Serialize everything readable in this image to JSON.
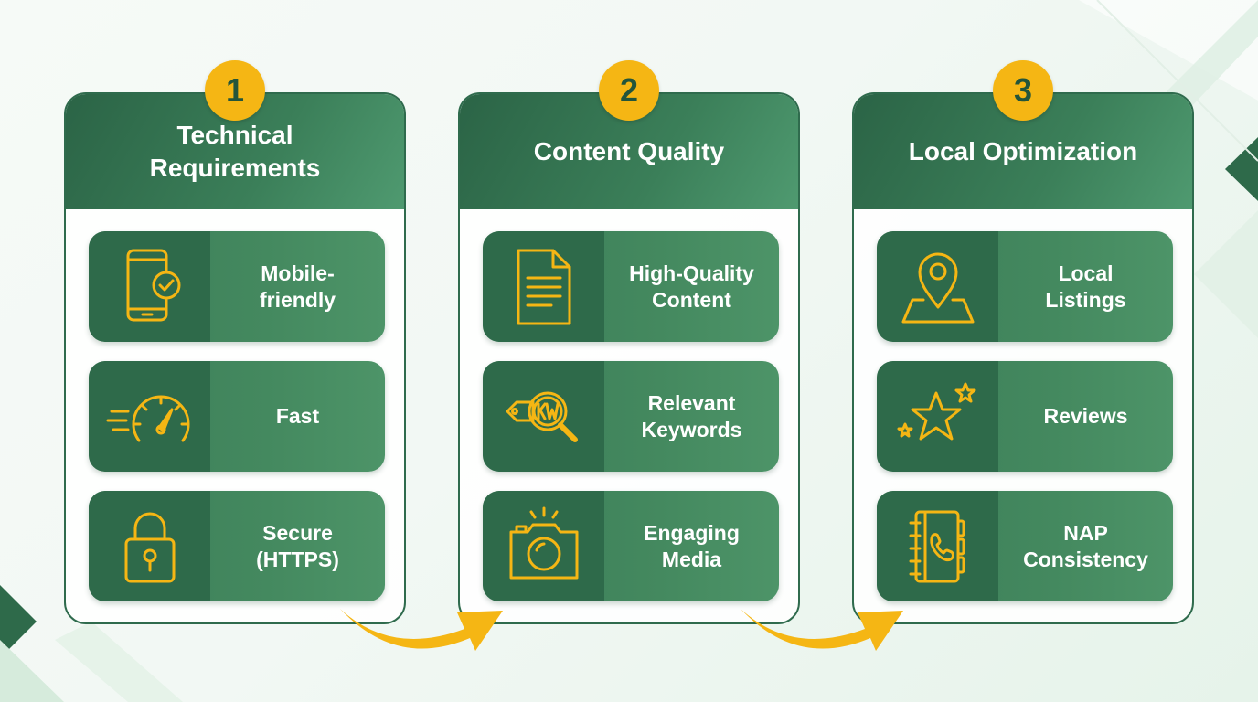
{
  "colors": {
    "dark_green": "#2e6a4a",
    "green": "#44895f",
    "accent_yellow": "#f5b614",
    "white": "#ffffff"
  },
  "steps": [
    {
      "number": "1",
      "title": "Technical Requirements",
      "items": [
        {
          "label": "Mobile-friendly",
          "icon": "mobile-check-icon"
        },
        {
          "label": "Fast",
          "icon": "speedometer-icon"
        },
        {
          "label": "Secure (HTTPS)",
          "icon": "padlock-icon"
        }
      ]
    },
    {
      "number": "2",
      "title": "Content Quality",
      "items": [
        {
          "label": "High-Quality Content",
          "icon": "document-icon"
        },
        {
          "label": "Relevant Keywords",
          "icon": "keyword-search-icon"
        },
        {
          "label": "Engaging Media",
          "icon": "camera-icon"
        }
      ]
    },
    {
      "number": "3",
      "title": "Local Optimization",
      "items": [
        {
          "label": "Local Listings",
          "icon": "map-pin-icon"
        },
        {
          "label": "Reviews",
          "icon": "stars-icon"
        },
        {
          "label": "NAP Consistency",
          "icon": "address-book-icon"
        }
      ]
    }
  ]
}
